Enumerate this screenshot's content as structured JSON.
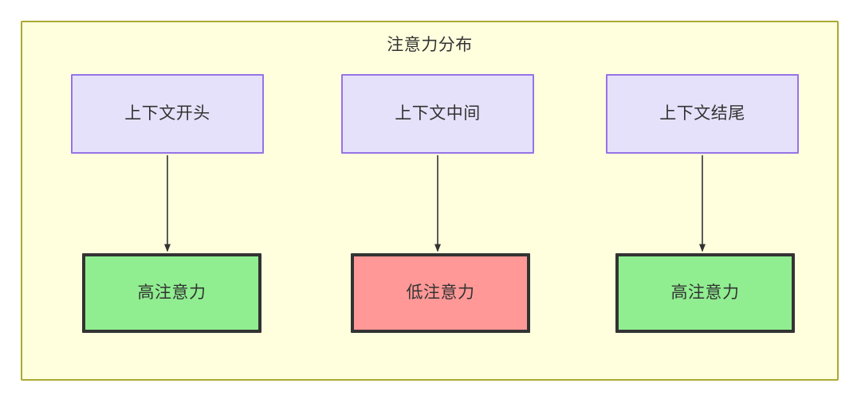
{
  "diagram": {
    "title": "注意力分布",
    "container": {
      "fill": "#ffffde",
      "stroke": "#aaaa33"
    },
    "palette": {
      "context_fill": "#e6e1fa",
      "context_stroke": "#9673e6",
      "high_attention_fill": "#90ee90",
      "low_attention_fill": "#ff9896",
      "node_stroke": "#333333",
      "edge_color": "#333333",
      "text_color": "#333333"
    },
    "columns": [
      {
        "source": {
          "label": "上下文开头"
        },
        "target": {
          "label": "高注意力",
          "level": "high"
        }
      },
      {
        "source": {
          "label": "上下文中间"
        },
        "target": {
          "label": "低注意力",
          "level": "low"
        }
      },
      {
        "source": {
          "label": "上下文结尾"
        },
        "target": {
          "label": "高注意力",
          "level": "high"
        }
      }
    ]
  }
}
